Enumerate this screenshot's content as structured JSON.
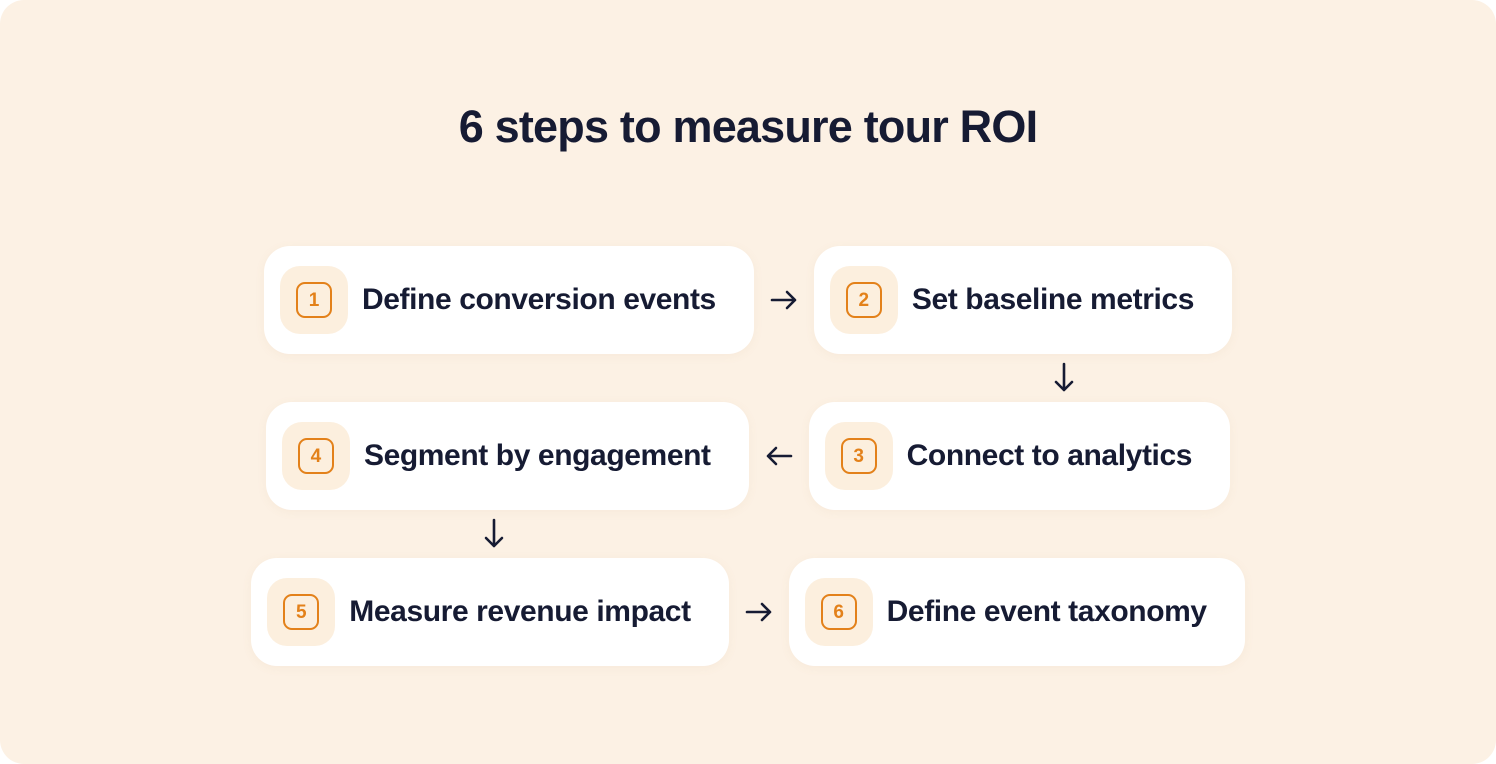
{
  "page": {
    "title": "6 steps to measure tour ROI",
    "background_color": "#FCF1E4",
    "card_color": "#FFFFFF",
    "text_color": "#161B33",
    "accent_color": "#E3811A",
    "badge_tile_color": "#FCEFDE"
  },
  "flow": {
    "steps": [
      {
        "number": "1",
        "label": "Define conversion events"
      },
      {
        "number": "2",
        "label": "Set baseline metrics"
      },
      {
        "number": "3",
        "label": "Connect to analytics"
      },
      {
        "number": "4",
        "label": "Segment by engagement"
      },
      {
        "number": "5",
        "label": "Measure revenue impact"
      },
      {
        "number": "6",
        "label": "Define event taxonomy"
      }
    ],
    "connectors": [
      {
        "id": "1-2",
        "icon": "arrow-right-icon",
        "direction": "right"
      },
      {
        "id": "2-3",
        "icon": "arrow-down-icon",
        "direction": "down"
      },
      {
        "id": "3-4",
        "icon": "arrow-left-icon",
        "direction": "left"
      },
      {
        "id": "4-5",
        "icon": "arrow-down-icon",
        "direction": "down"
      },
      {
        "id": "5-6",
        "icon": "arrow-right-icon",
        "direction": "right"
      }
    ]
  }
}
